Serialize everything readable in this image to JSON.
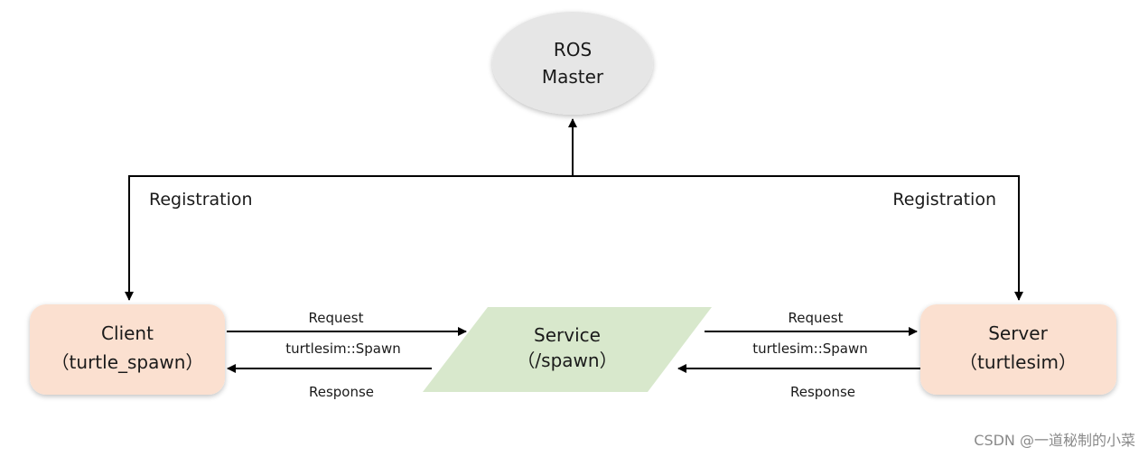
{
  "nodes": {
    "master": {
      "line1": "ROS",
      "line2": "Master"
    },
    "client": {
      "line1": "Client",
      "line2": "（turtle_spawn）"
    },
    "service": {
      "line1": "Service",
      "line2": "（/spawn）"
    },
    "server": {
      "line1": "Server",
      "line2": "（turtlesim）"
    }
  },
  "edges": {
    "registration_left": "Registration",
    "registration_right": "Registration",
    "client_request": "Request",
    "client_type": "turtlesim::Spawn",
    "client_response": "Response",
    "server_request": "Request",
    "server_type": "turtlesim::Spawn",
    "server_response": "Response"
  },
  "watermark": "CSDN @一道秘制的小菜",
  "colors": {
    "master_fill": "#e6e6e6",
    "endpoint_fill": "#fbe0d0",
    "service_fill": "#d8e8cc",
    "line": "#000000"
  }
}
